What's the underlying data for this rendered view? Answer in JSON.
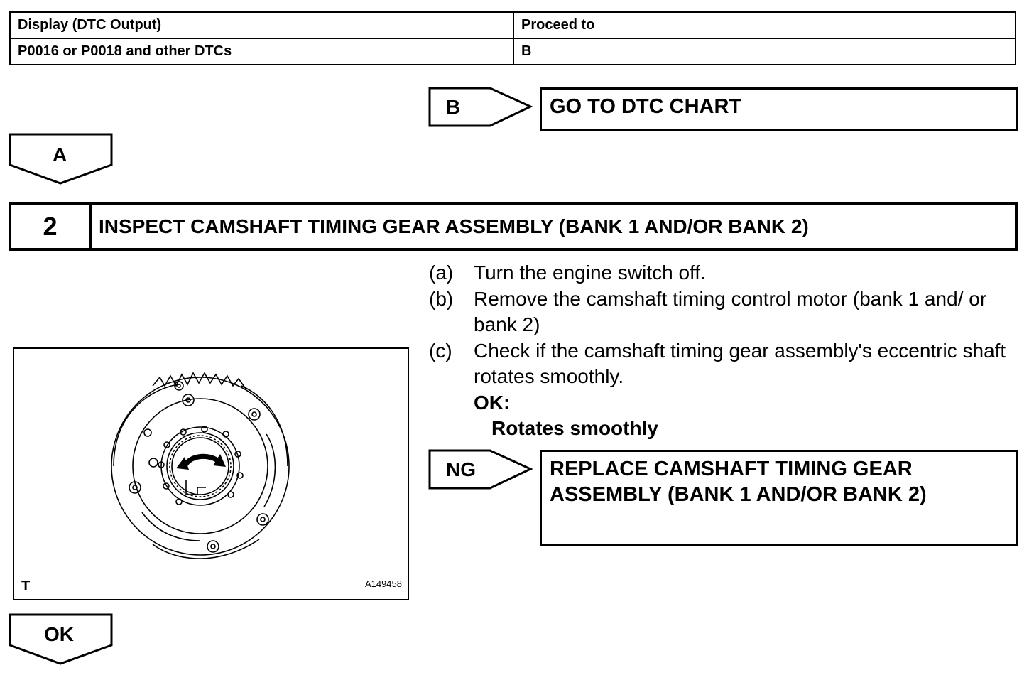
{
  "dtc_table": {
    "headers": [
      "Display (DTC Output)",
      "Proceed to"
    ],
    "rows": [
      [
        "P0016 or P0018 and other DTCs",
        "B"
      ]
    ]
  },
  "branch_b": {
    "label": "B",
    "result": "GO TO DTC CHART"
  },
  "branch_a": {
    "label": "A"
  },
  "step": {
    "number": "2",
    "title": "INSPECT CAMSHAFT TIMING GEAR ASSEMBLY (BANK 1 AND/OR BANK 2)"
  },
  "instructions": [
    {
      "label": "(a)",
      "text": "Turn the engine switch off."
    },
    {
      "label": "(b)",
      "text": "Remove the camshaft timing control motor (bank 1 and/ or bank 2)"
    },
    {
      "label": "(c)",
      "text": "Check if the camshaft timing gear assembly's eccentric shaft rotates smoothly."
    }
  ],
  "ok_criteria": {
    "label": "OK:",
    "value": "Rotates smoothly"
  },
  "branch_ng": {
    "label": "NG",
    "result": "REPLACE CAMSHAFT TIMING GEAR ASSEMBLY (BANK 1 AND/OR BANK 2)"
  },
  "figure": {
    "corner_mark": "T",
    "code": "A149458"
  },
  "branch_ok": {
    "label": "OK"
  }
}
